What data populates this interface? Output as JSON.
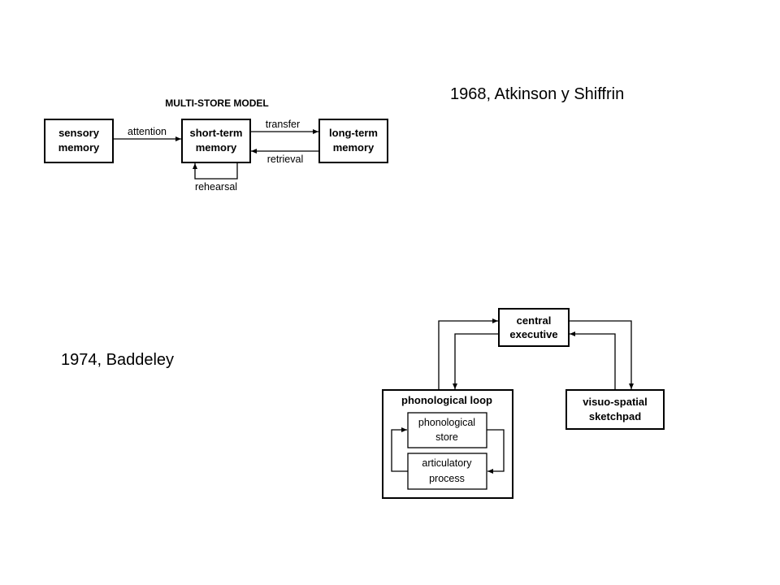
{
  "captions": {
    "atkinson": "1968, Atkinson y Shiffrin",
    "baddeley": "1974, Baddeley"
  },
  "multistore": {
    "title": "MULTI-STORE MODEL",
    "sensory": [
      "sensory",
      "memory"
    ],
    "short_term": [
      "short-term",
      "memory"
    ],
    "long_term": [
      "long-term",
      "memory"
    ],
    "attention": "attention",
    "transfer": "transfer",
    "retrieval": "retrieval",
    "rehearsal": "rehearsal"
  },
  "working_memory": {
    "central": [
      "central",
      "executive"
    ],
    "phonological_loop": "phonological loop",
    "phon_store": [
      "phonological",
      "store"
    ],
    "artic": [
      "articulatory",
      "process"
    ],
    "visuo": [
      "visuo-spatial",
      "sketchpad"
    ]
  }
}
